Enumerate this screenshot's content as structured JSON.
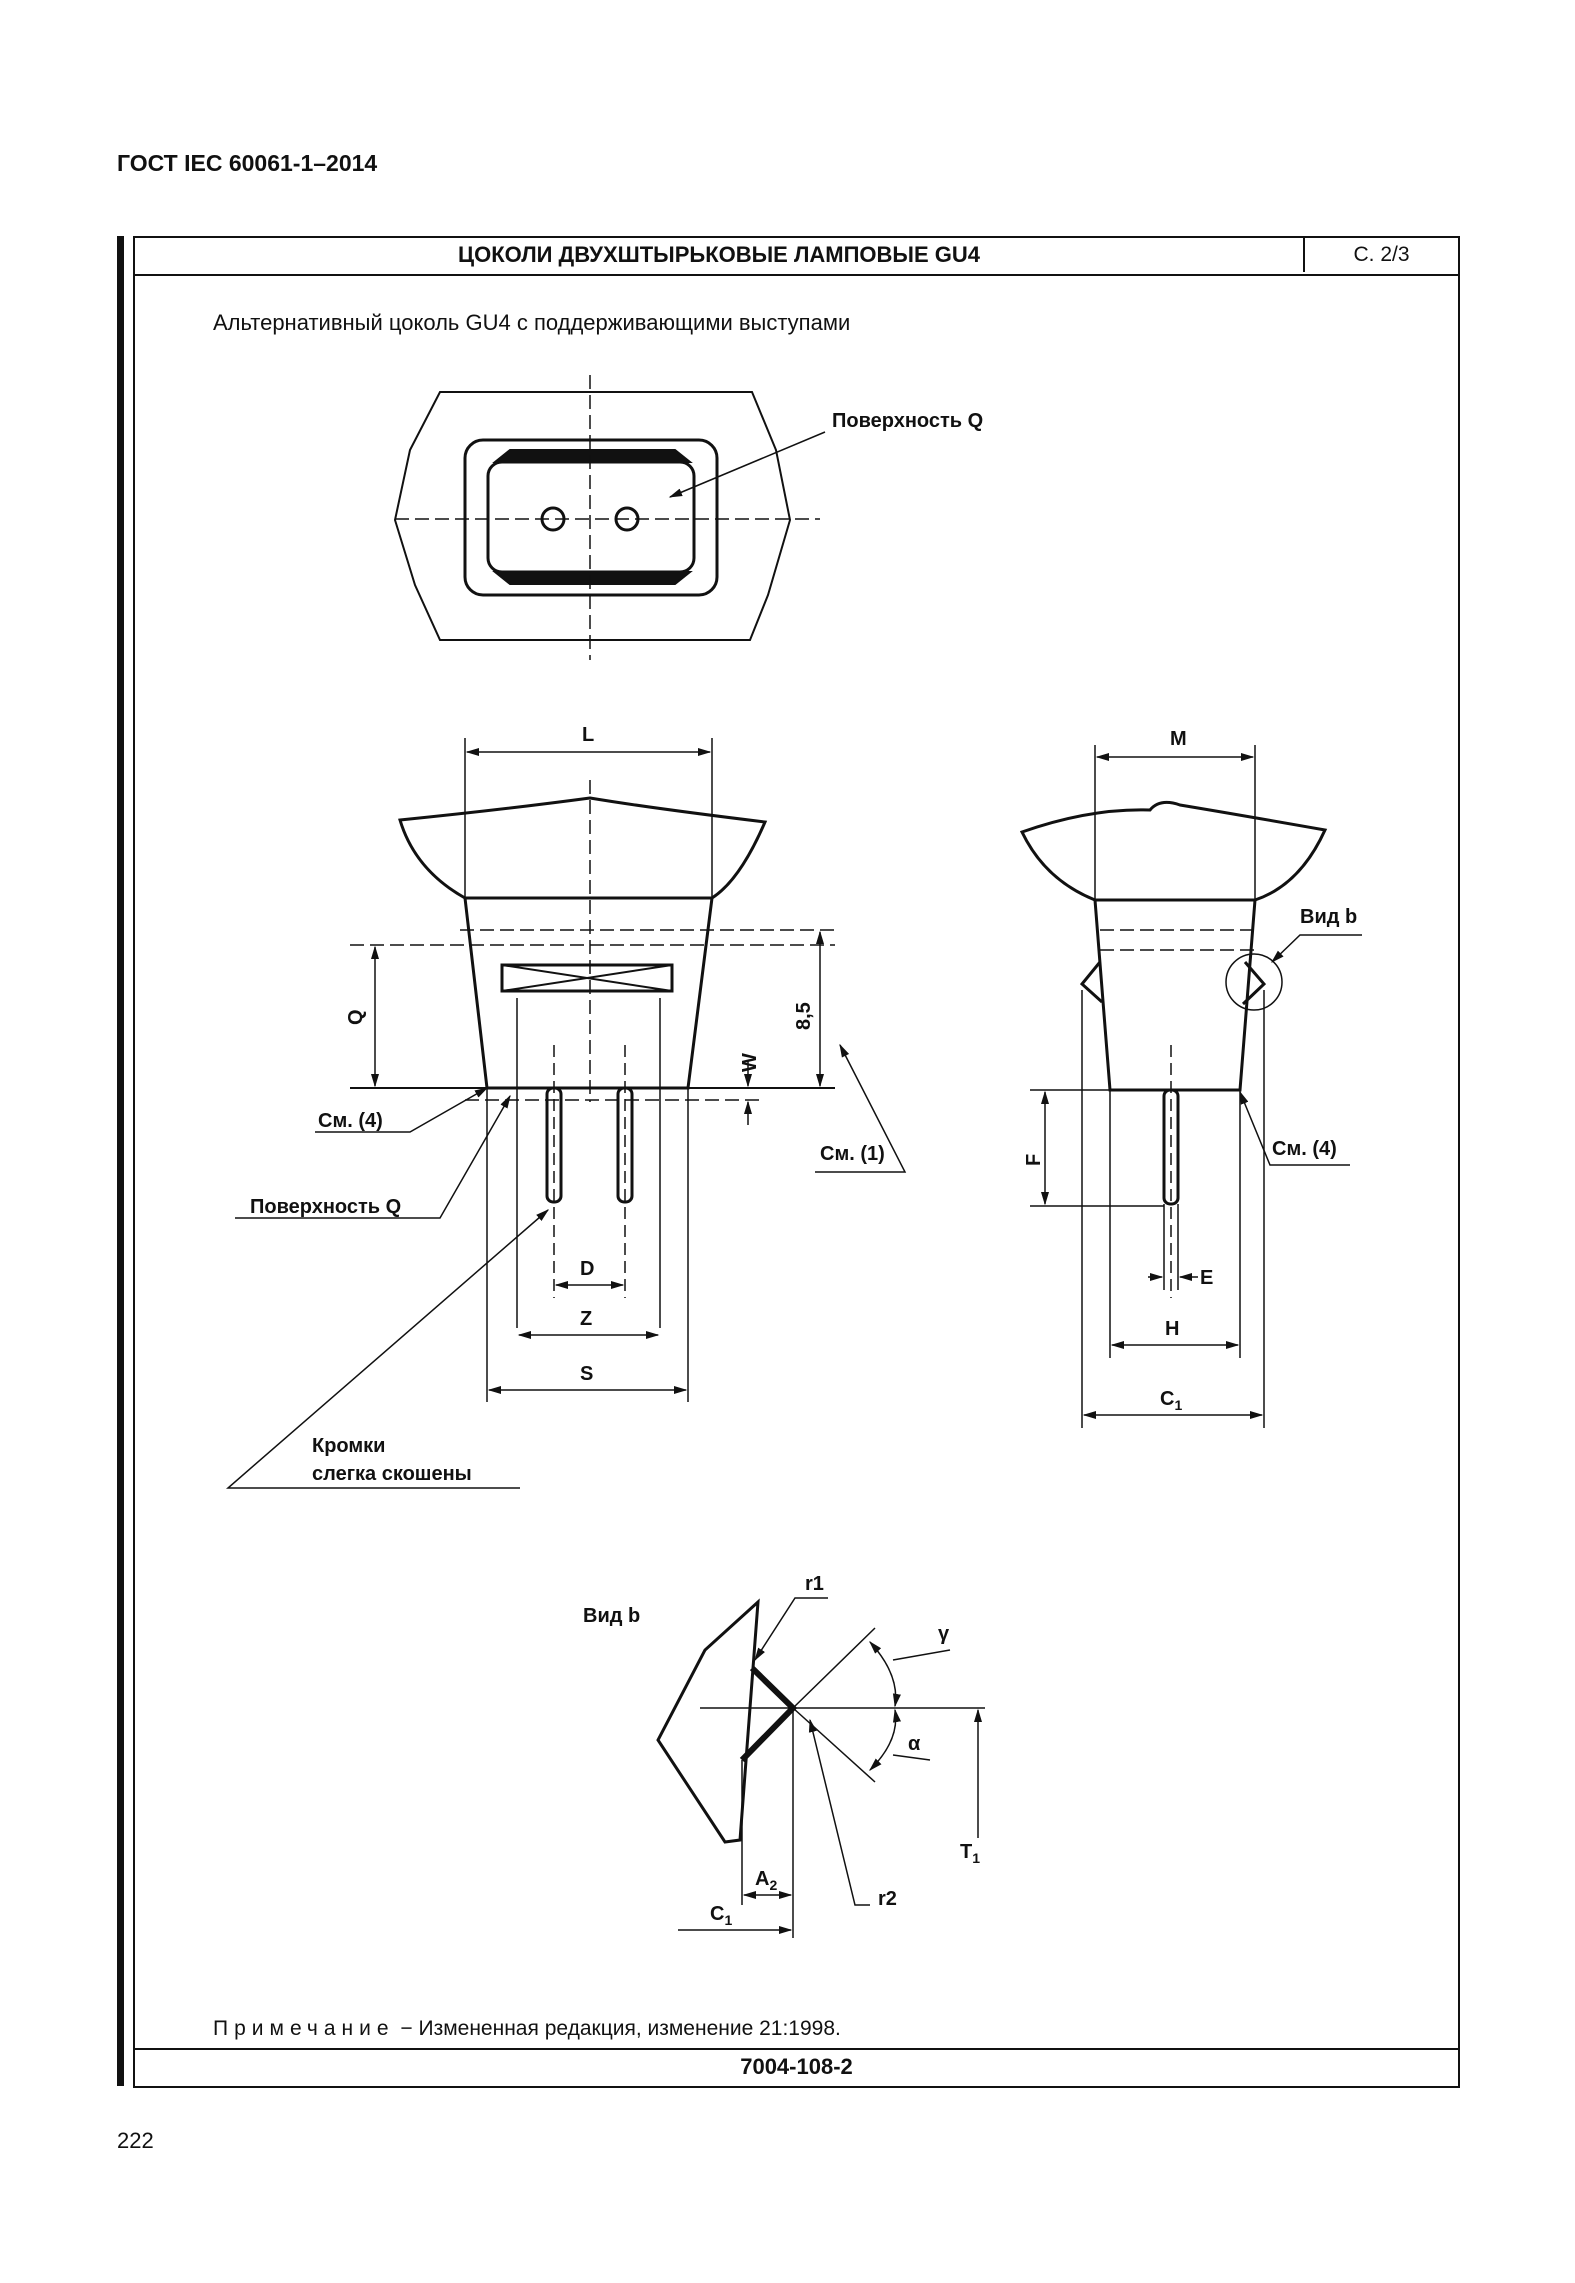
{
  "header": {
    "standard": "ГОСТ IEC 60061-1–2014"
  },
  "sheet": {
    "title": "ЦОКОЛИ ДВУХШТЫРЬКОВЫЕ ЛАМПОВЫЕ GU4",
    "page_ref": "С. 2/3",
    "subtitle": "Альтернативный цоколь GU4 с поддерживающими выступами",
    "sheet_number": "7004-108-2"
  },
  "labels": {
    "surface_q": "Поверхность Q",
    "see_1": "См. (1)",
    "see_4": "См. (4)",
    "view_b": "Вид b",
    "edges_line1": "Кромки",
    "edges_line2": "слегка скошены",
    "dim_L": "L",
    "dim_M": "M",
    "dim_Q": "Q",
    "dim_85": "8,5",
    "dim_W": "W",
    "dim_D": "D",
    "dim_Z": "Z",
    "dim_S": "S",
    "dim_F": "F",
    "dim_E": "E",
    "dim_H": "H",
    "dim_C": "C",
    "dim_A": "A",
    "dim_T": "T",
    "sub_1": "1",
    "sub_2": "2",
    "dim_r1": "r1",
    "dim_r2": "r2",
    "dim_alpha": "α",
    "dim_gamma": "γ"
  },
  "note": {
    "label": "Примечание",
    "text": " − Измененная редакция, изменение 21:1998."
  },
  "page_number": "222"
}
